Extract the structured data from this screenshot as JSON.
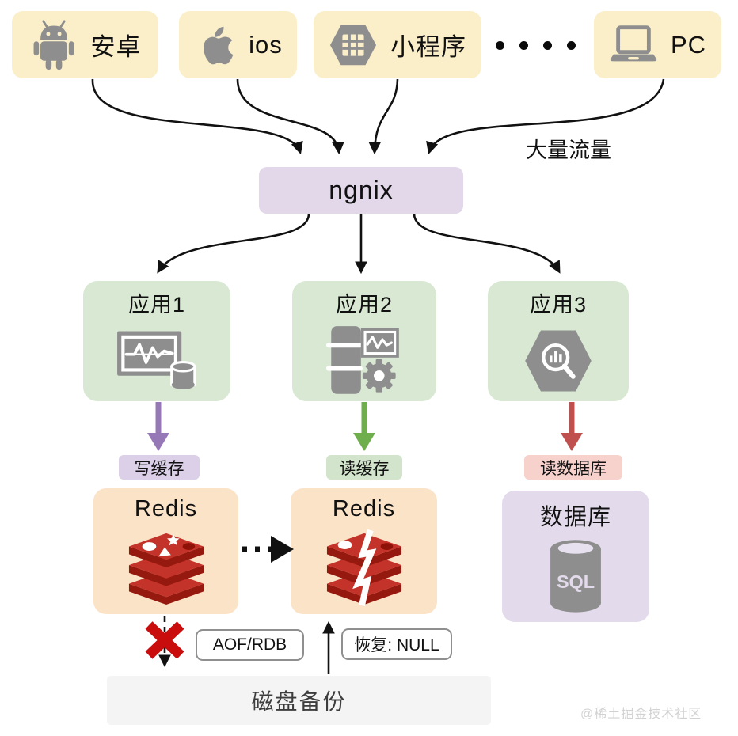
{
  "clients": {
    "items": [
      {
        "label": "安卓",
        "icon": "android-icon"
      },
      {
        "label": "ios",
        "icon": "apple-icon"
      },
      {
        "label": "小程序",
        "icon": "miniprogram-icon"
      },
      {
        "label": "PC",
        "icon": "laptop-icon"
      }
    ]
  },
  "traffic_label": "大量流量",
  "gateway": {
    "label": "ngnix"
  },
  "apps": {
    "items": [
      {
        "label": "应用1",
        "icon": "monitor-database-icon"
      },
      {
        "label": "应用2",
        "icon": "server-gear-icon"
      },
      {
        "label": "应用3",
        "icon": "hexagon-search-icon"
      }
    ]
  },
  "edges": {
    "write_cache": "写缓存",
    "read_cache": "读缓存",
    "read_db": "读数据库"
  },
  "cache": {
    "redis_primary": "Redis",
    "redis_crashed": "Redis"
  },
  "database": {
    "label": "数据库",
    "icon_text": "SQL"
  },
  "backup": {
    "label": "磁盘备份",
    "aof_rdb": "AOF/RDB",
    "recover": "恢复: NULL"
  },
  "watermark": "@稀土掘金技术社区",
  "colors": {
    "client_bg": "#FBEFC9",
    "gateway_bg": "#E2D8EA",
    "app_bg": "#D8E8D2",
    "redis_bg": "#FBE3C8",
    "db_bg": "#E3DAEB",
    "pill_write_bg": "#DBD0E7",
    "pill_read_bg": "#D2E4CB",
    "pill_readdb_bg": "#F7D1CB",
    "arrow_write": "#9678B6",
    "arrow_read": "#6EAE4D",
    "arrow_readdb": "#C0504D",
    "redis_red": "#C4332A",
    "redis_dark_red": "#96190F",
    "fail_x_red": "#C90D0D",
    "icon_gray": "#8E8E8E",
    "backup_bg": "#F4F4F4"
  }
}
